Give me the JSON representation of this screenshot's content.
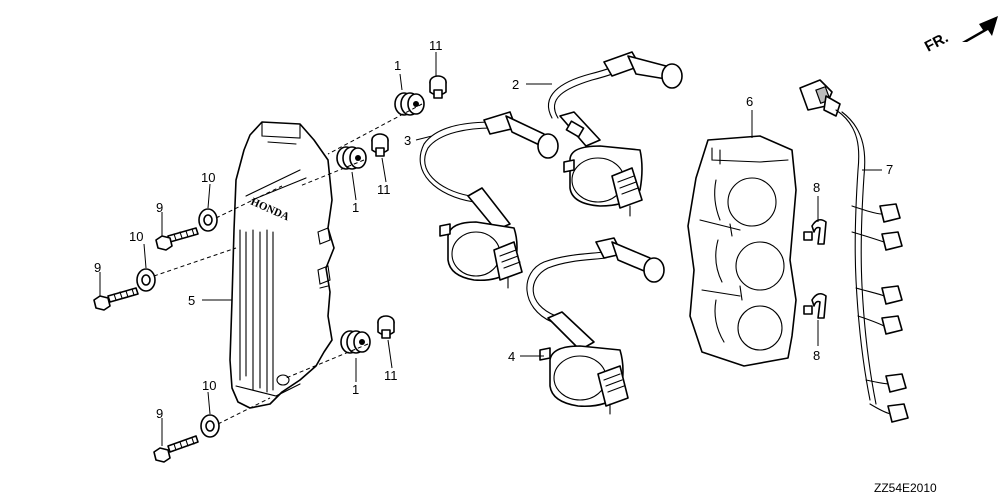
{
  "direction_marker": {
    "label": "FR."
  },
  "diagram_code": "ZZ54E2010",
  "brand_text": "HONDA",
  "callouts": {
    "c1_top": "1",
    "c1_mid": "1",
    "c1_bot": "1",
    "c2": "2",
    "c3": "3",
    "c4": "4",
    "c5": "5",
    "c6": "6",
    "c7": "7",
    "c8_top": "8",
    "c8_bot": "8",
    "c9_top": "9",
    "c9_mid": "9",
    "c9_bot": "9",
    "c10_top": "10",
    "c10_mid": "10",
    "c10_bot": "10",
    "c11_top": "11",
    "c11_mid": "11",
    "c11_bot": "11"
  }
}
